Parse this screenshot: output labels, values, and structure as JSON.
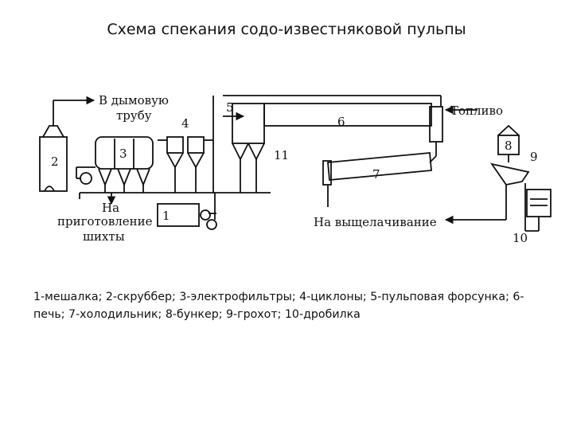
{
  "title": "Схема спекания содо-известняковой пульпы",
  "flow_labels": {
    "to_flue_line1": "В дымовую",
    "to_flue_line2": "трубу",
    "fuel": "Топливо",
    "to_charge_line1": "На",
    "to_charge_line2": "приготовление",
    "to_charge_line3": "шихты",
    "to_leaching": "На выщелачивание"
  },
  "numbers": [
    "1",
    "2",
    "3",
    "4",
    "5",
    "6",
    "7",
    "8",
    "9",
    "10",
    "11"
  ],
  "caption": "1-мешалка; 2-скруббер; 3-электрофильтры; 4-циклоны; 5-пульповая форсунка; 6-печь; 7-холодильник; 8-бункер; 9-грохот; 10-дробилка"
}
